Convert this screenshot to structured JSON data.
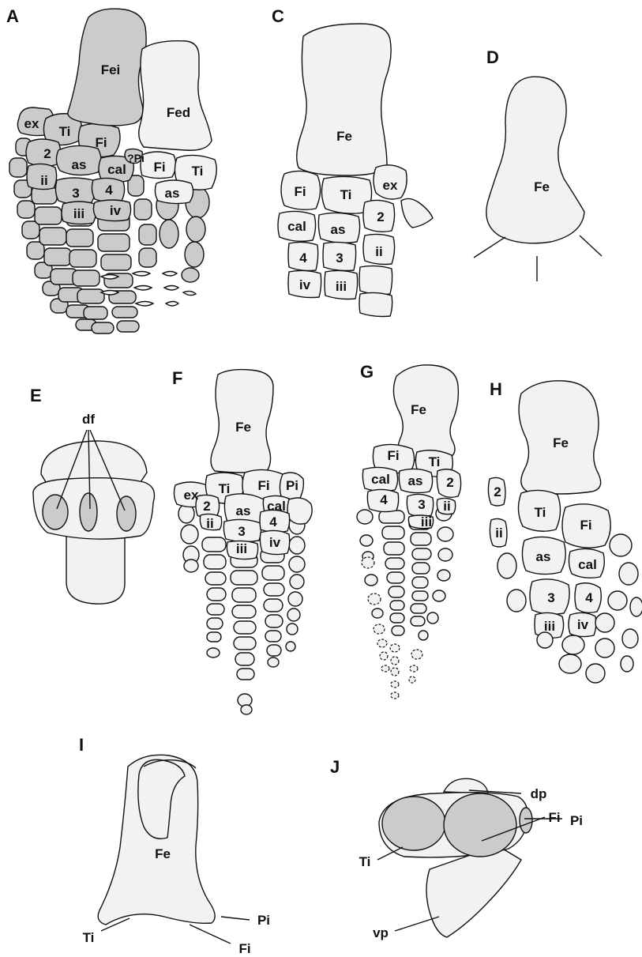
{
  "panels": {
    "A": {
      "letter": "A",
      "labels": {
        "Fei": "Fei",
        "Fed": "Fed",
        "ex": "ex",
        "Ti": "Ti",
        "Fi": "Fi",
        "Fi2": "Fi",
        "Ti2": "Ti",
        "as": "as",
        "as2": "as",
        "cal": "cal",
        "Pi": "?Pi",
        "n2": "2",
        "n3": "3",
        "n4": "4",
        "ii": "ii",
        "iii": "iii",
        "iv": "iv"
      }
    },
    "C": {
      "letter": "C",
      "labels": {
        "Fe": "Fe",
        "Fi": "Fi",
        "Ti": "Ti",
        "ex": "ex",
        "cal": "cal",
        "as": "as",
        "n2": "2",
        "n4": "4",
        "n3": "3",
        "ii": "ii",
        "iv": "iv",
        "iii": "iii"
      }
    },
    "D": {
      "letter": "D",
      "labels": {
        "Fe": "Fe"
      }
    },
    "E": {
      "letter": "E",
      "labels": {
        "df": "df"
      }
    },
    "F": {
      "letter": "F",
      "labels": {
        "Fe": "Fe",
        "ex": "ex",
        "Ti": "Ti",
        "Fi": "Fi",
        "Pi": "Pi",
        "n2": "2",
        "as": "as",
        "cal": "cal",
        "ii": "ii",
        "n3": "3",
        "n4": "4",
        "iii": "iii",
        "iv": "iv"
      }
    },
    "G": {
      "letter": "G",
      "labels": {
        "Fe": "Fe",
        "Fi": "Fi",
        "Ti": "Ti",
        "cal": "cal",
        "as": "as",
        "n2": "2",
        "n4": "4",
        "n3": "3",
        "ii": "ii",
        "iii": "iii"
      }
    },
    "H": {
      "letter": "H",
      "labels": {
        "Fe": "Fe",
        "n2": "2",
        "ii": "ii",
        "Ti": "Ti",
        "Fi": "Fi",
        "as": "as",
        "cal": "cal",
        "n3": "3",
        "n4": "4",
        "iii": "iii",
        "iv": "iv"
      }
    },
    "I": {
      "letter": "I",
      "labels": {
        "Fe": "Fe",
        "Ti": "Ti",
        "Pi": "Pi",
        "Fi": "Fi"
      }
    },
    "J": {
      "letter": "J",
      "labels": {
        "dp": "dp",
        "Fi": "Fi",
        "Ti": "Ti",
        "Pi": "Pi",
        "vp": "vp"
      }
    }
  },
  "colors": {
    "bone_fill": "#f2f2f2",
    "shaded_fill": "#cbcbcb",
    "outline": "#111111"
  }
}
